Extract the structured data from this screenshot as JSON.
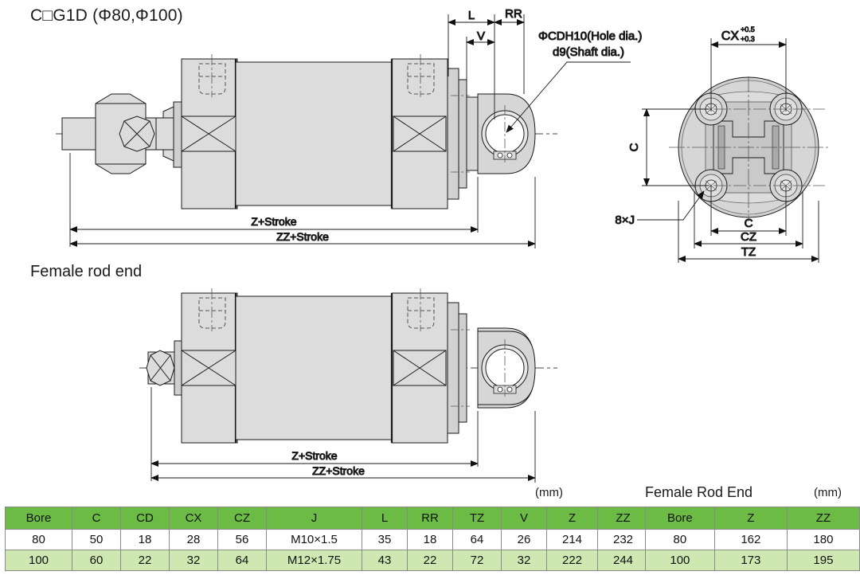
{
  "headings": {
    "main_title": "C□G1D (Φ80,Φ100)",
    "sub_title": "Female rod end",
    "female_table_title": "Female Rod End",
    "unit_left": "(mm)",
    "unit_right": "(mm)"
  },
  "annotations": {
    "hole_dia": "ΦCDH10(Hole dia.)",
    "shaft_dia": "d9(Shaft dia.)",
    "dim_L": "L",
    "dim_RR": "RR",
    "dim_V": "V",
    "dim_CX": "CX",
    "dim_CX_upper_tol": "+0.5",
    "dim_CX_lower_tol": "+0.3",
    "dim_C_vertical": "C",
    "dim_C_horizontal": "C",
    "dim_CZ": "CZ",
    "dim_TZ": "TZ",
    "bolt_note": "8×J",
    "z_stroke": "Z+Stroke",
    "zz_stroke": "ZZ+Stroke",
    "z_stroke_2": "Z+Stroke",
    "zz_stroke_2": "ZZ+Stroke"
  },
  "main_table": {
    "headers": [
      "Bore",
      "C",
      "CD",
      "CX",
      "CZ",
      "J",
      "L",
      "RR",
      "TZ",
      "V",
      "Z",
      "ZZ"
    ],
    "rows": [
      [
        "80",
        "50",
        "18",
        "28",
        "56",
        "M10×1.5",
        "35",
        "18",
        "64",
        "26",
        "214",
        "232"
      ],
      [
        "100",
        "60",
        "22",
        "32",
        "64",
        "M12×1.75",
        "43",
        "22",
        "72",
        "32",
        "222",
        "244"
      ]
    ]
  },
  "female_table": {
    "headers": [
      "Bore",
      "Z",
      "ZZ"
    ],
    "rows": [
      [
        "80",
        "162",
        "180"
      ],
      [
        "100",
        "173",
        "195"
      ]
    ]
  },
  "colors": {
    "header_green": "#6cbb45",
    "row_green": "#cfe8b2",
    "row_white": "#ffffff",
    "part_fill": "#dcdcdc",
    "line": "#1a1a1a"
  }
}
